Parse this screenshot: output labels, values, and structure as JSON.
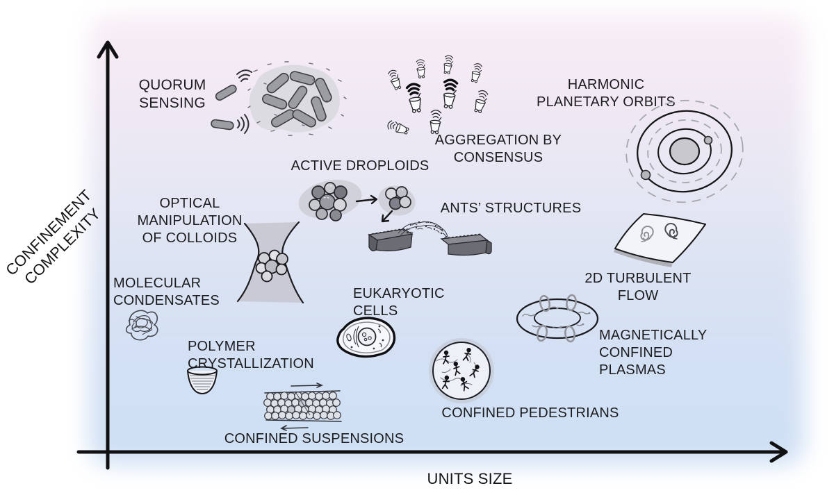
{
  "figure": {
    "x_axis_label": "UNITS SIZE",
    "y_axis_label": "CONFINEMENT\nCOMPLEXITY",
    "background_top_color": "#f8edf6",
    "background_bottom_color": "#cfe0f4",
    "ink_color": "#1c1c1f"
  },
  "items": {
    "quorum_sensing": {
      "label": "QUORUM\nSENSING"
    },
    "aggregation_by_consensus": {
      "label": "AGGREGATION BY\nCONSENSUS"
    },
    "harmonic_planetary_orbits": {
      "label": "HARMONIC\nPLANETARY ORBITS"
    },
    "active_droploids": {
      "label": "ACTIVE DROPLOIDS"
    },
    "ants_structures": {
      "label": "ANTS’ STRUCTURES"
    },
    "optical_manipulation_of_colloids": {
      "label": "OPTICAL\nMANIPULATION\nOF COLLOIDS"
    },
    "molecular_condensates": {
      "label": "MOLECULAR\nCONDENSATES"
    },
    "turbulent_flow_2d": {
      "label": "2D TURBULENT\nFLOW"
    },
    "eukaryotic_cells": {
      "label": "EUKARYOTIC\nCELLS"
    },
    "magnetically_confined_plasmas": {
      "label": "MAGNETICALLY\nCONFINED\nPLASMAS"
    },
    "polymer_crystallization": {
      "label": "POLYMER\nCRYSTALLIZATION"
    },
    "confined_pedestrians": {
      "label": "CONFINED PEDESTRIANS"
    },
    "confined_suspensions": {
      "label": "CONFINED SUSPENSIONS"
    }
  }
}
